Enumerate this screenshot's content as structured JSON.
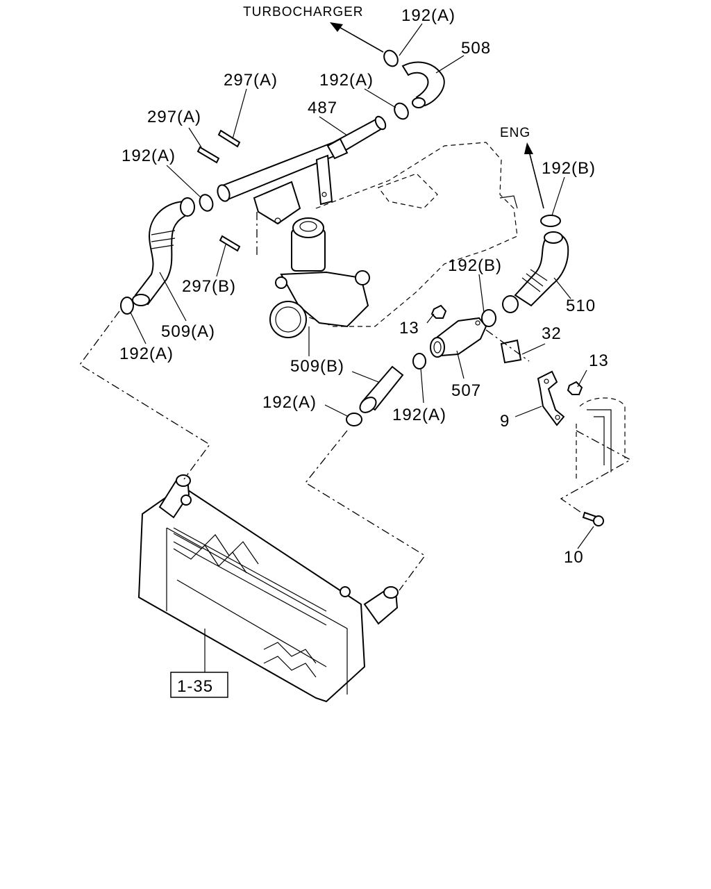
{
  "diagram": {
    "directions": {
      "turbocharger": "TURBOCHARGER",
      "engine": "ENG"
    },
    "callouts": {
      "c192a_top": "192(A)",
      "c508": "508",
      "c297a_1": "297(A)",
      "c192a_2": "192(A)",
      "c487": "487",
      "c297a_2": "297(A)",
      "c192a_3": "192(A)",
      "c192b_1": "192(B)",
      "c297b": "297(B)",
      "c192b_2": "192(B)",
      "c510": "510",
      "c509a": "509(A)",
      "c13_1": "13",
      "c32": "32",
      "c192a_4": "192(A)",
      "c509b": "509(B)",
      "c13_2": "13",
      "c507": "507",
      "c192a_5": "192(A)",
      "c192a_6": "192(A)",
      "c9": "9",
      "c10": "10",
      "c1_35": "1-35"
    }
  }
}
